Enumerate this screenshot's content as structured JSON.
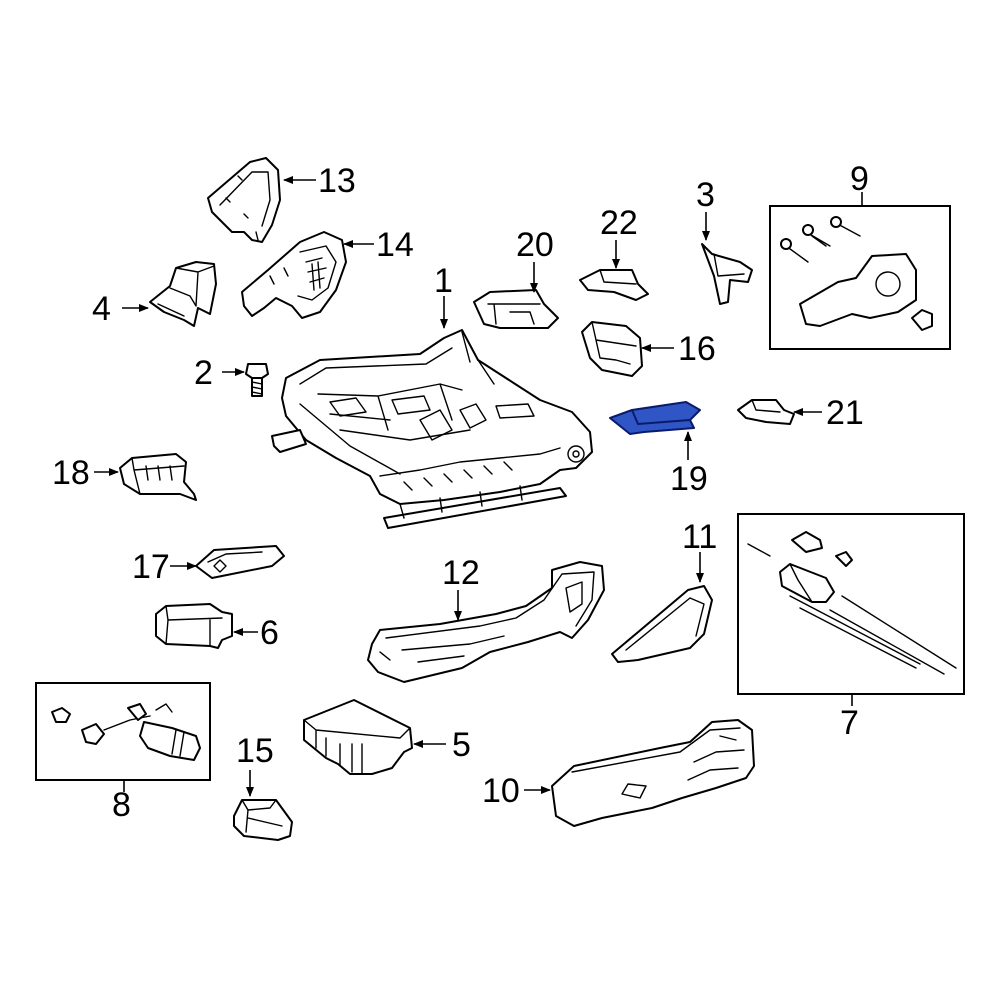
{
  "colors": {
    "line": "#000000",
    "background": "#ffffff",
    "highlight_fill": "#2f56c4",
    "highlight_stroke": "#0a1b6e"
  },
  "highlighted_part": "19",
  "callouts": {
    "c1": "1",
    "c2": "2",
    "c3": "3",
    "c4": "4",
    "c5": "5",
    "c6": "6",
    "c7": "7",
    "c8": "8",
    "c9": "9",
    "c10": "10",
    "c11": "11",
    "c12": "12",
    "c13": "13",
    "c14": "14",
    "c15": "15",
    "c16": "16",
    "c17": "17",
    "c18": "18",
    "c19": "19",
    "c20": "20",
    "c21": "21",
    "c22": "22"
  }
}
